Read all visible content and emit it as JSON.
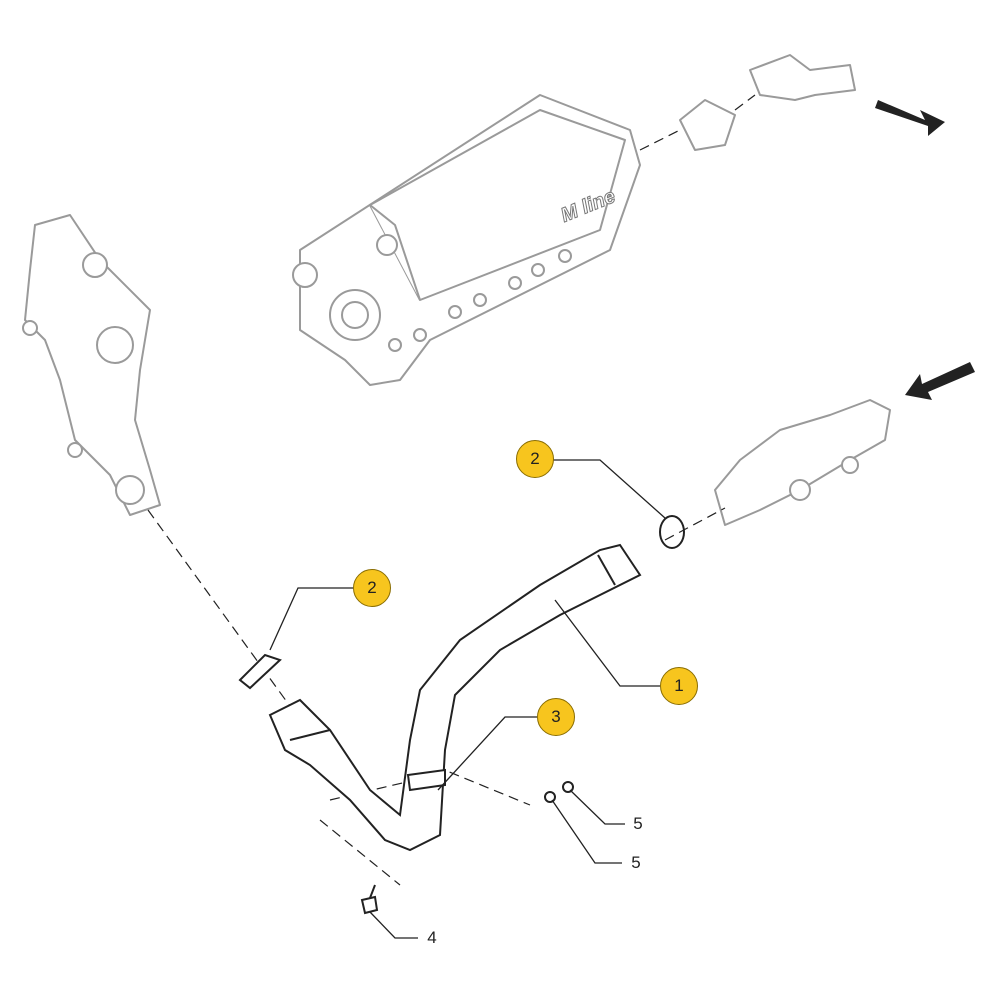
{
  "diagram": {
    "logo_text": "M line",
    "callouts": [
      {
        "id": "callout-2-top",
        "label": "2"
      },
      {
        "id": "callout-2-left",
        "label": "2"
      },
      {
        "id": "callout-1",
        "label": "1"
      },
      {
        "id": "callout-3",
        "label": "3"
      }
    ],
    "labels": [
      {
        "id": "label-5-upper",
        "label": "5"
      },
      {
        "id": "label-5-lower",
        "label": "5"
      },
      {
        "id": "label-4",
        "label": "4"
      }
    ],
    "colors": {
      "callout": "#f7c51e",
      "part_outline": "#9a9a9a",
      "hose_outline": "#222222"
    }
  }
}
